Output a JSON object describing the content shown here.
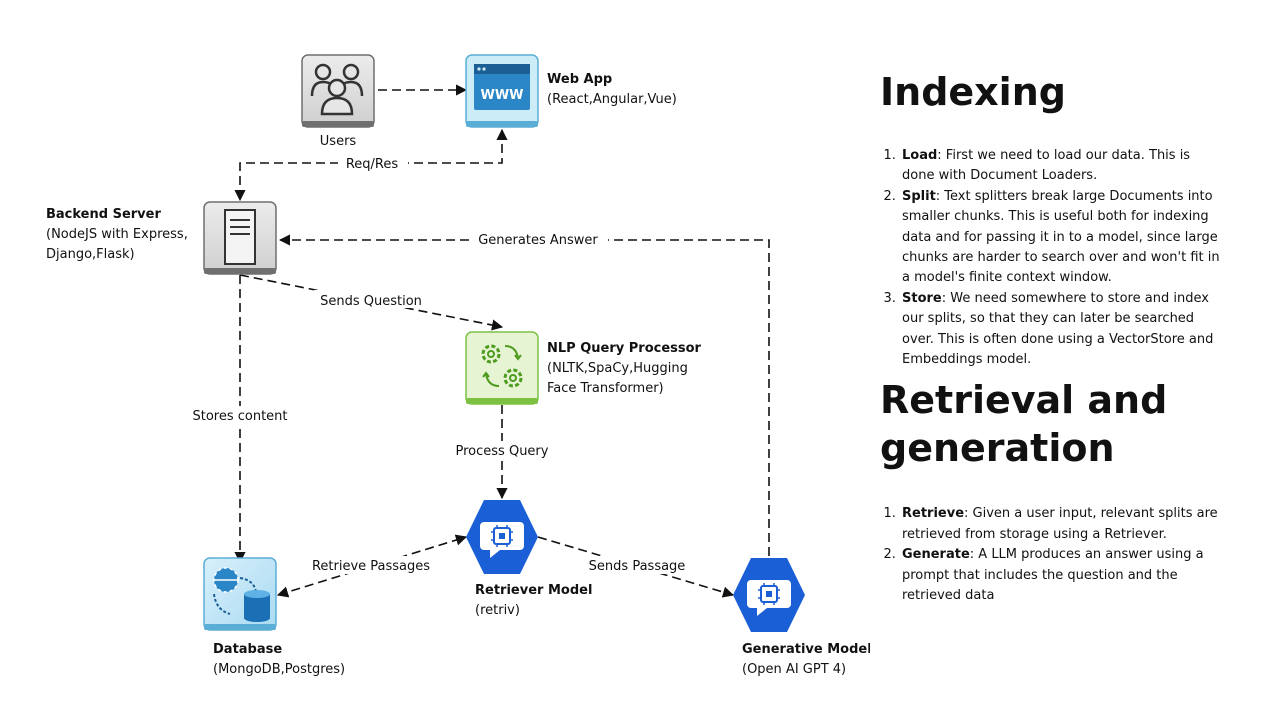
{
  "diagram": {
    "nodes": {
      "users": {
        "label": "Users",
        "icon": "users-icon"
      },
      "webapp": {
        "label": "Web App",
        "sub": "(React,Angular,Vue)",
        "icon_text": "WWW",
        "icon": "browser-icon"
      },
      "backend": {
        "label": "Backend Server",
        "sub1": "(NodeJS with Express,",
        "sub2": "Django,Flask)",
        "icon": "server-icon"
      },
      "nlp": {
        "label": "NLP Query Processor",
        "sub1": "(NLTK,SpaCy,Hugging",
        "sub2": "Face Transformer)",
        "icon": "gears-icon"
      },
      "database": {
        "label": "Database",
        "sub": "(MongoDB,Postgres)",
        "icon": "database-icon"
      },
      "retriever": {
        "label": "Retriever Model",
        "sub": "(retriv)",
        "icon": "chip-bubble-icon"
      },
      "generative": {
        "label": "Generative Model",
        "sub": "(Open AI GPT 4)",
        "icon": "chip-bubble-icon"
      }
    },
    "edges": {
      "req_res": "Req/Res",
      "generates_answer": "Generates Answer",
      "sends_question": "Sends Question",
      "stores_content": "Stores content",
      "process_query": "Process Query",
      "retrieve_passages": "Retrieve Passages",
      "sends_passage": "Sends Passage"
    },
    "colors": {
      "hex_blue": "#1a5fd6",
      "nlp_green": "#7dc142",
      "web_blue": "#2a86c7",
      "gray_tile": "#d9d9d9",
      "db_light": "#bfe4f6"
    }
  },
  "panel": {
    "indexing_title": "Indexing",
    "indexing_steps": [
      {
        "term": "Load",
        "text": ": First we need to load our data. This is done with Document Loaders."
      },
      {
        "term": "Split",
        "text": ": Text splitters break large Documents into smaller chunks. This is useful both for indexing data and for passing it in to a model, since large chunks are harder to search over and won't fit in a model's finite context window."
      },
      {
        "term": "Store",
        "text": ": We need somewhere to store and index our splits, so that they can later be searched over. This is often done using a VectorStore and Embeddings model."
      }
    ],
    "retrieval_title": "Retrieval and generation",
    "retrieval_steps": [
      {
        "term": "Retrieve",
        "text": ": Given a user input, relevant splits are retrieved from storage using a Retriever."
      },
      {
        "term": "Generate",
        "text": ": A LLM produces an answer using a prompt that includes the question and the retrieved data"
      }
    ]
  }
}
